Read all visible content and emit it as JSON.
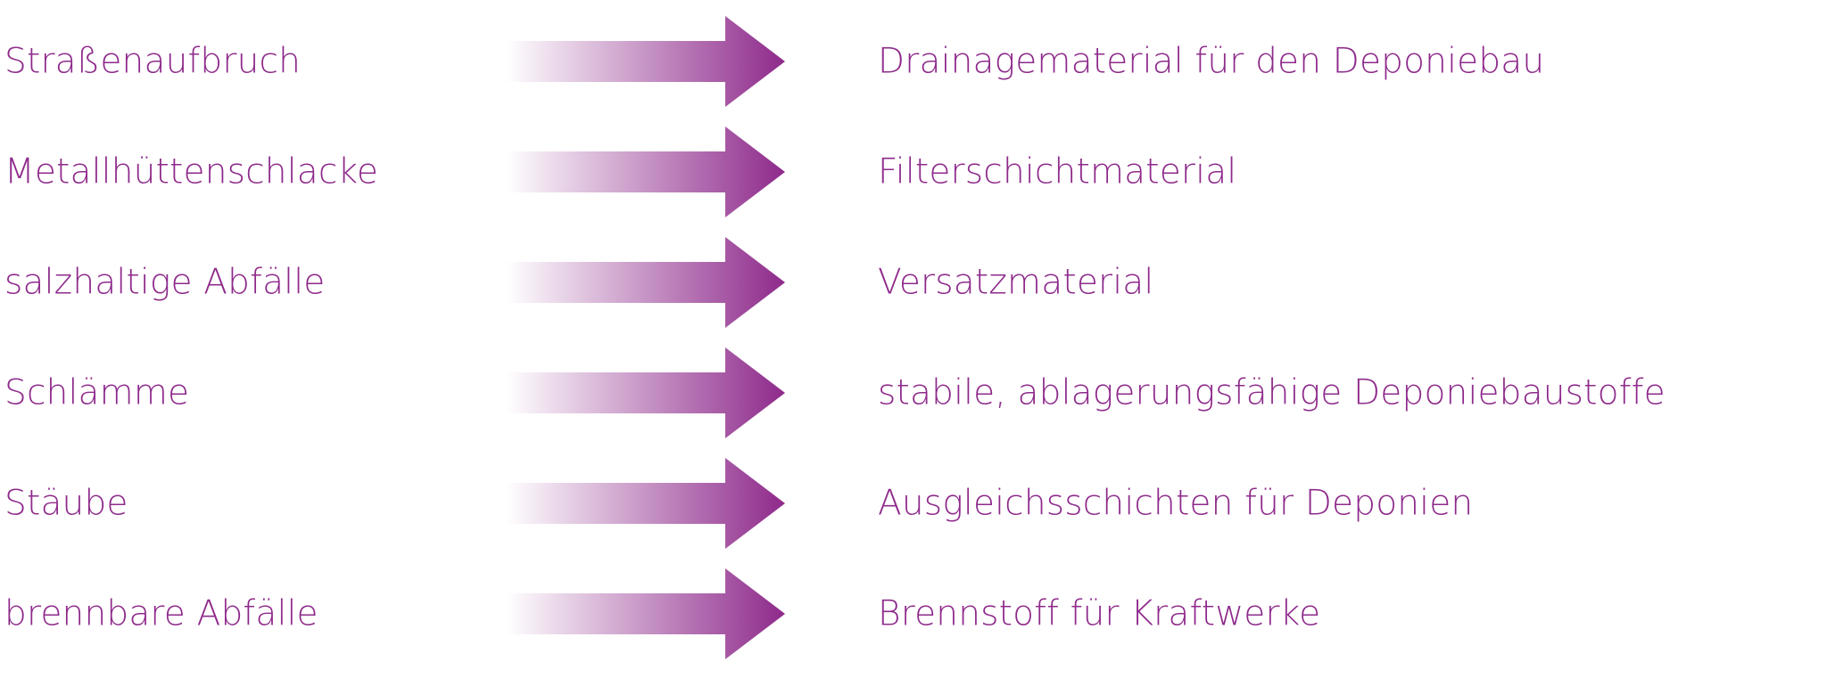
{
  "colors": {
    "accent": "#8e2a8b",
    "arrow_start": "#ffffff",
    "background": "#ffffff"
  },
  "rows": [
    {
      "source": "Straßenaufbruch",
      "target": "Drainagematerial für den Deponiebau",
      "icon": "arrow-right-icon"
    },
    {
      "source": "Metallhüttenschlacke",
      "target": "Filterschichtmaterial",
      "icon": "arrow-right-icon"
    },
    {
      "source": "salzhaltige Abfälle",
      "target": "Versatzmaterial",
      "icon": "arrow-right-icon"
    },
    {
      "source": "Schlämme",
      "target": "stabile, ablagerungsfähige Deponiebaustoffe",
      "icon": "arrow-right-icon"
    },
    {
      "source": "Stäube",
      "target": "Ausgleichsschichten für Deponien",
      "icon": "arrow-right-icon"
    },
    {
      "source": "brennbare Abfälle",
      "target": "Brennstoff für Kraftwerke",
      "icon": "arrow-right-icon"
    }
  ]
}
